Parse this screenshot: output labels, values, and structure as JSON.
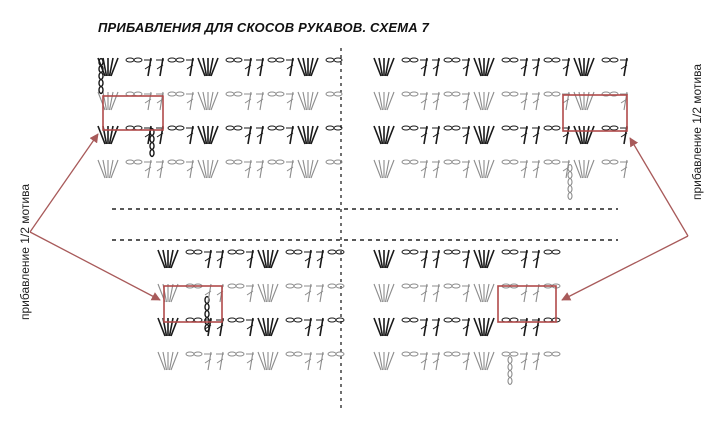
{
  "title": "ПРИБАВЛЕНИЯ ДЛЯ СКОСОВ РУКАВОВ. СХЕМА 7",
  "label_left": "прибавление 1/2 мотива",
  "label_right": "прибавление 1/2 мотива",
  "colors": {
    "dark": "#1a1a1a",
    "gray": "#8c8c8c",
    "highlight": "#b04a4a",
    "arrow": "#a85a5a",
    "divider": "#222222"
  },
  "icons": [
    "chain-oval-symbol",
    "double-crochet-symbol",
    "fan-symbol",
    "arrow-icon"
  ]
}
